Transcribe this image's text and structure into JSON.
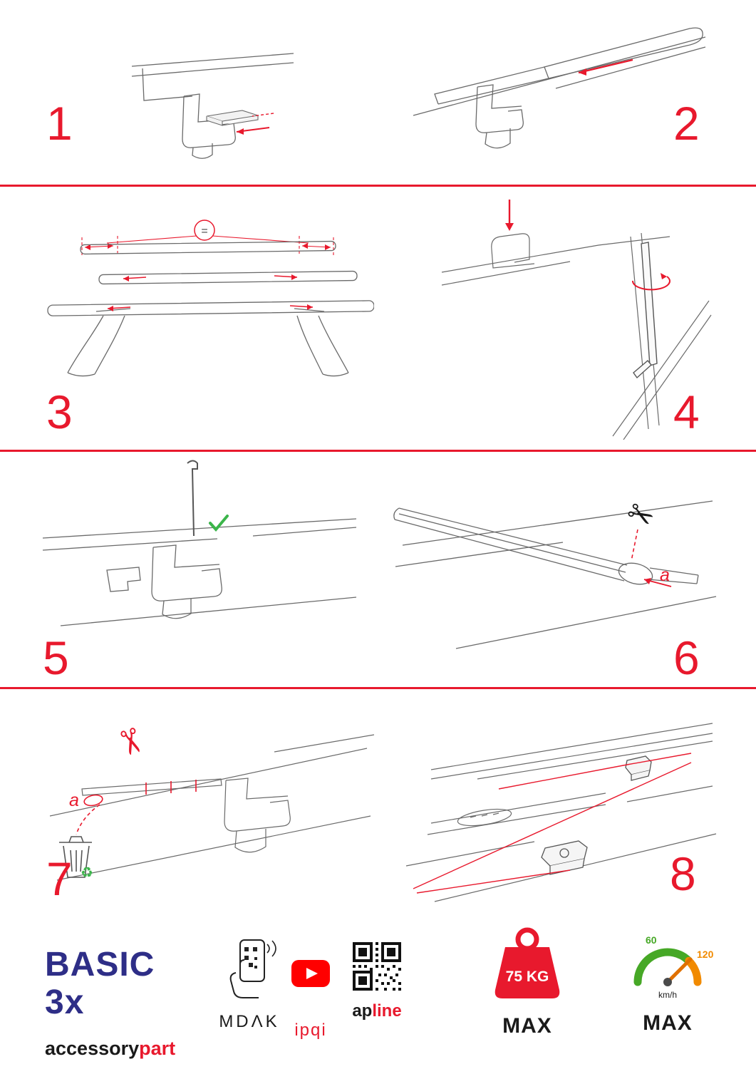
{
  "colors": {
    "accent_red": "#e8192d",
    "brand_navy": "#2e2e87",
    "check_green": "#3bb54a",
    "gauge_green": "#46a826",
    "gauge_orange": "#f18a00",
    "youtube_red": "#ff0000",
    "sketch_gray": "#6a6a6a"
  },
  "steps": [
    {
      "number": "1"
    },
    {
      "number": "2"
    },
    {
      "number": "3"
    },
    {
      "number": "4"
    },
    {
      "number": "5"
    },
    {
      "number": "6"
    },
    {
      "number": "7"
    },
    {
      "number": "8"
    }
  ],
  "annotations": {
    "equals_symbol": "=",
    "label_a_step6": "a",
    "label_a_step7": "a"
  },
  "icons": {
    "scissors": "✂",
    "recycle": "♻"
  },
  "footer": {
    "brand_title": "BASIC 3x",
    "brand_sub_black": "accessory",
    "brand_sub_red": "part",
    "logo_mdak": "MDΛK",
    "logo_ipqi": "ipqi",
    "logo_apline_black": "ap",
    "logo_apline_red": "line",
    "weight_value": "75 KG",
    "weight_max_label": "MAX",
    "speed_value_60": "60",
    "speed_value_120": "120",
    "speed_unit": "km/h",
    "speed_max_label": "MAX"
  }
}
